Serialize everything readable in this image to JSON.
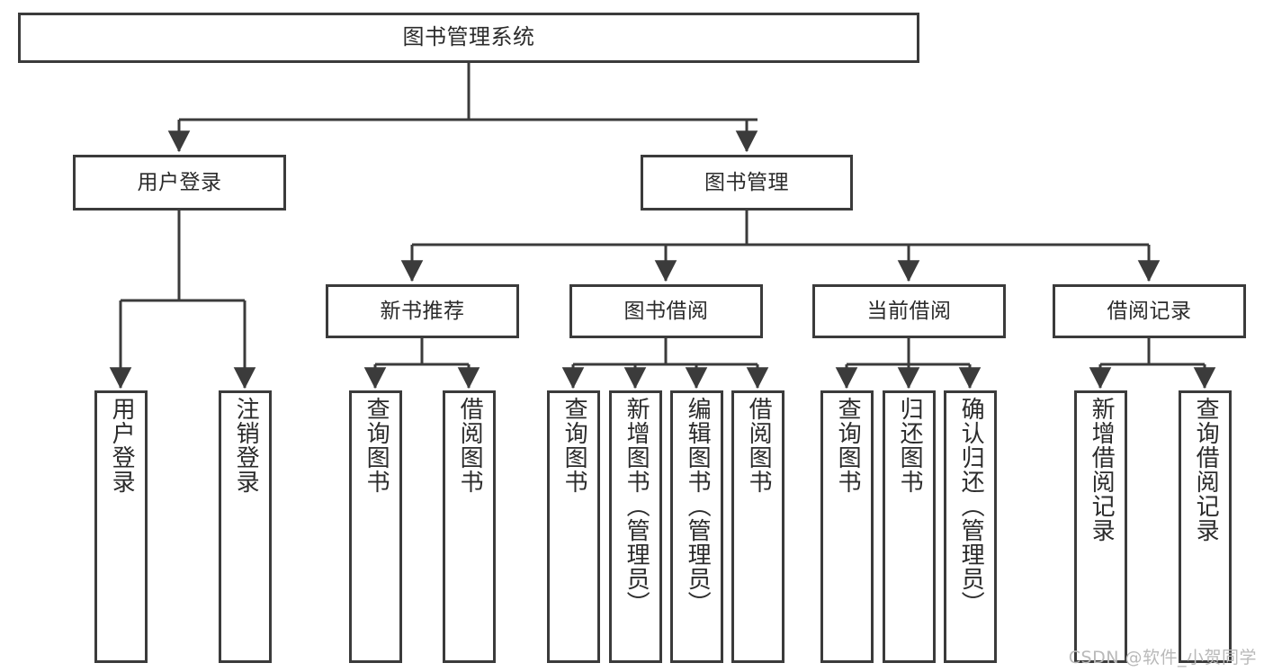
{
  "diagram": {
    "title": "图书管理系统",
    "type": "tree-hierarchy-chart",
    "watermark": "CSDN @软件_小贺同学",
    "colors": {
      "stroke": "#3b3b3b",
      "fill": "#ffffff",
      "text": "#2b2b2b",
      "watermark": "#b9b9b9"
    }
  },
  "nodes": {
    "root": {
      "label": "图书管理系统"
    },
    "level1": [
      {
        "id": "user-login",
        "label": "用户登录"
      },
      {
        "id": "book-manage",
        "label": "图书管理"
      }
    ],
    "level2": [
      {
        "id": "new-book-recommend",
        "label": "新书推荐"
      },
      {
        "id": "book-borrow",
        "label": "图书借阅"
      },
      {
        "id": "current-borrow",
        "label": "当前借阅"
      },
      {
        "id": "borrow-record",
        "label": "借阅记录"
      }
    ],
    "leaves": {
      "user-login": [
        {
          "id": "leaf-user-login",
          "label": "用户登录"
        },
        {
          "id": "leaf-logout-login",
          "label": "注销登录"
        }
      ],
      "new-book-recommend": [
        {
          "id": "leaf-query-book-1",
          "label": "查询图书"
        },
        {
          "id": "leaf-borrow-book-1",
          "label": "借阅图书"
        }
      ],
      "book-borrow": [
        {
          "id": "leaf-query-book-2",
          "label": "查询图书"
        },
        {
          "id": "leaf-add-book-admin",
          "label": "新增图书（管理员）"
        },
        {
          "id": "leaf-edit-book-admin",
          "label": "编辑图书（管理员）"
        },
        {
          "id": "leaf-borrow-book-2",
          "label": "借阅图书"
        }
      ],
      "current-borrow": [
        {
          "id": "leaf-query-book-3",
          "label": "查询图书"
        },
        {
          "id": "leaf-return-book",
          "label": "归还图书"
        },
        {
          "id": "leaf-confirm-return-admin",
          "label": "确认归还（管理员）"
        }
      ],
      "borrow-record": [
        {
          "id": "leaf-add-borrow-record",
          "label": "新增借阅记录"
        },
        {
          "id": "leaf-query-borrow-record",
          "label": "查询借阅记录"
        }
      ]
    }
  }
}
